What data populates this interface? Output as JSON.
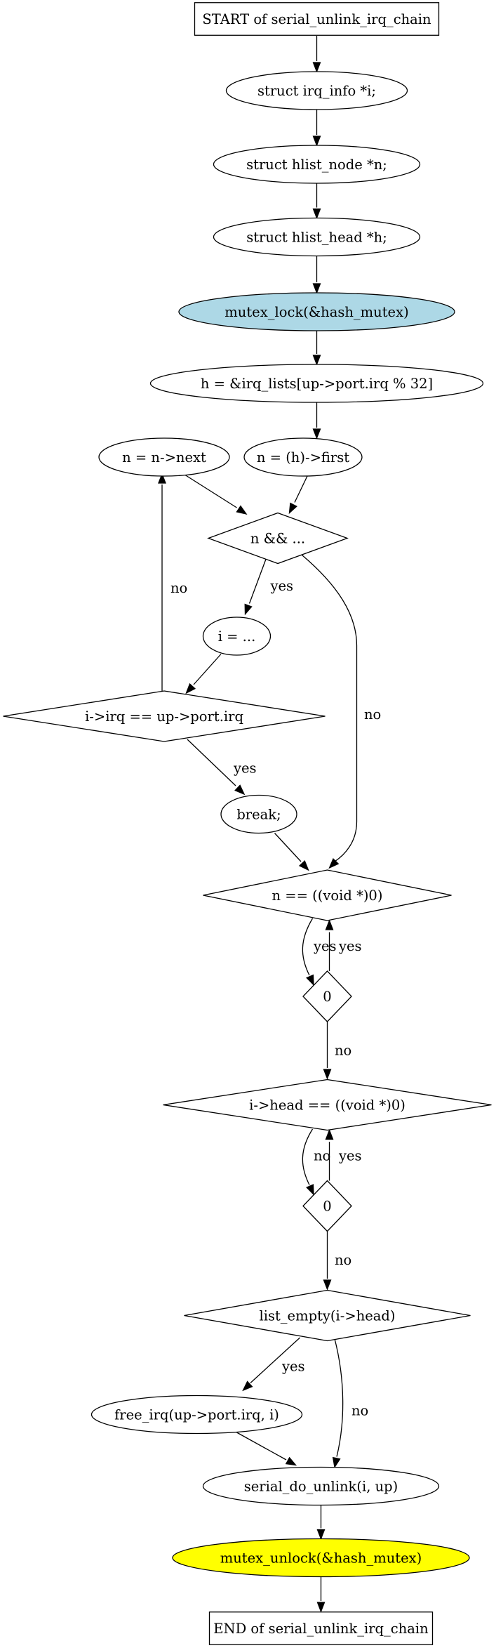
{
  "nodes": {
    "start": {
      "text": "START of serial_unlink_irq_chain",
      "shape": "box"
    },
    "decl_i": {
      "text": "struct irq_info *i;",
      "shape": "ellipse"
    },
    "decl_n": {
      "text": "struct hlist_node *n;",
      "shape": "ellipse"
    },
    "decl_h": {
      "text": "struct hlist_head *h;",
      "shape": "ellipse"
    },
    "mutex_lock": {
      "text": "mutex_lock(&hash_mutex)",
      "shape": "ellipse",
      "fill": "#add8e6"
    },
    "assign_h": {
      "text": "h = &irq_lists[up->port.irq % 32]",
      "shape": "ellipse"
    },
    "n_next": {
      "text": "n = n->next",
      "shape": "ellipse"
    },
    "n_first": {
      "text": "n = (h)->first",
      "shape": "ellipse"
    },
    "loop_cond": {
      "text": "n && ...",
      "shape": "diamond"
    },
    "assign_i": {
      "text": "i = ...",
      "shape": "ellipse"
    },
    "irq_check": {
      "text": "i->irq == up->port.irq",
      "shape": "diamond"
    },
    "break": {
      "text": "break;",
      "shape": "ellipse"
    },
    "n_null": {
      "text": "n == ((void *)0)",
      "shape": "diamond"
    },
    "zero_1": {
      "text": "0",
      "shape": "diamond"
    },
    "head_null": {
      "text": "i->head == ((void *)0)",
      "shape": "diamond"
    },
    "zero_2": {
      "text": "0",
      "shape": "diamond"
    },
    "list_empty": {
      "text": "list_empty(i->head)",
      "shape": "diamond"
    },
    "free_irq": {
      "text": "free_irq(up->port.irq, i)",
      "shape": "ellipse"
    },
    "serial_do_unlink": {
      "text": "serial_do_unlink(i, up)",
      "shape": "ellipse"
    },
    "mutex_unlock": {
      "text": "mutex_unlock(&hash_mutex)",
      "shape": "ellipse",
      "fill": "#ffff00"
    },
    "end": {
      "text": "END of serial_unlink_irq_chain",
      "shape": "box"
    }
  },
  "edges": [
    {
      "id": "e1",
      "from": "start",
      "to": "decl_i",
      "label": ""
    },
    {
      "id": "e2",
      "from": "decl_i",
      "to": "decl_n",
      "label": ""
    },
    {
      "id": "e3",
      "from": "decl_n",
      "to": "decl_h",
      "label": ""
    },
    {
      "id": "e4",
      "from": "decl_h",
      "to": "mutex_lock",
      "label": ""
    },
    {
      "id": "e5",
      "from": "mutex_lock",
      "to": "assign_h",
      "label": ""
    },
    {
      "id": "e6",
      "from": "assign_h",
      "to": "n_first",
      "label": ""
    },
    {
      "id": "e7",
      "from": "n_first",
      "to": "loop_cond",
      "label": ""
    },
    {
      "id": "e8",
      "from": "n_next",
      "to": "loop_cond",
      "label": ""
    },
    {
      "id": "e9",
      "from": "loop_cond",
      "to": "assign_i",
      "label": "yes"
    },
    {
      "id": "e10",
      "from": "loop_cond",
      "to": "n_null",
      "label": "no"
    },
    {
      "id": "e11",
      "from": "assign_i",
      "to": "irq_check",
      "label": ""
    },
    {
      "id": "e12",
      "from": "irq_check",
      "to": "n_next",
      "label": "no"
    },
    {
      "id": "e13",
      "from": "irq_check",
      "to": "break",
      "label": "yes"
    },
    {
      "id": "e14",
      "from": "break",
      "to": "n_null",
      "label": ""
    },
    {
      "id": "e15",
      "from": "n_null",
      "to": "zero_1",
      "label": "yes"
    },
    {
      "id": "e16",
      "from": "zero_1",
      "to": "n_null",
      "label": "yes"
    },
    {
      "id": "e17",
      "from": "zero_1",
      "to": "head_null",
      "label": "no"
    },
    {
      "id": "e18",
      "from": "head_null",
      "to": "zero_2",
      "label": "no"
    },
    {
      "id": "e19",
      "from": "zero_2",
      "to": "head_null",
      "label": "yes"
    },
    {
      "id": "e20",
      "from": "zero_2",
      "to": "list_empty",
      "label": "no"
    },
    {
      "id": "e21",
      "from": "list_empty",
      "to": "free_irq",
      "label": "yes"
    },
    {
      "id": "e22",
      "from": "list_empty",
      "to": "serial_do_unlink",
      "label": "no"
    },
    {
      "id": "e23",
      "from": "free_irq",
      "to": "serial_do_unlink",
      "label": ""
    },
    {
      "id": "e24",
      "from": "serial_do_unlink",
      "to": "mutex_unlock",
      "label": ""
    },
    {
      "id": "e25",
      "from": "mutex_unlock",
      "to": "end",
      "label": ""
    }
  ]
}
